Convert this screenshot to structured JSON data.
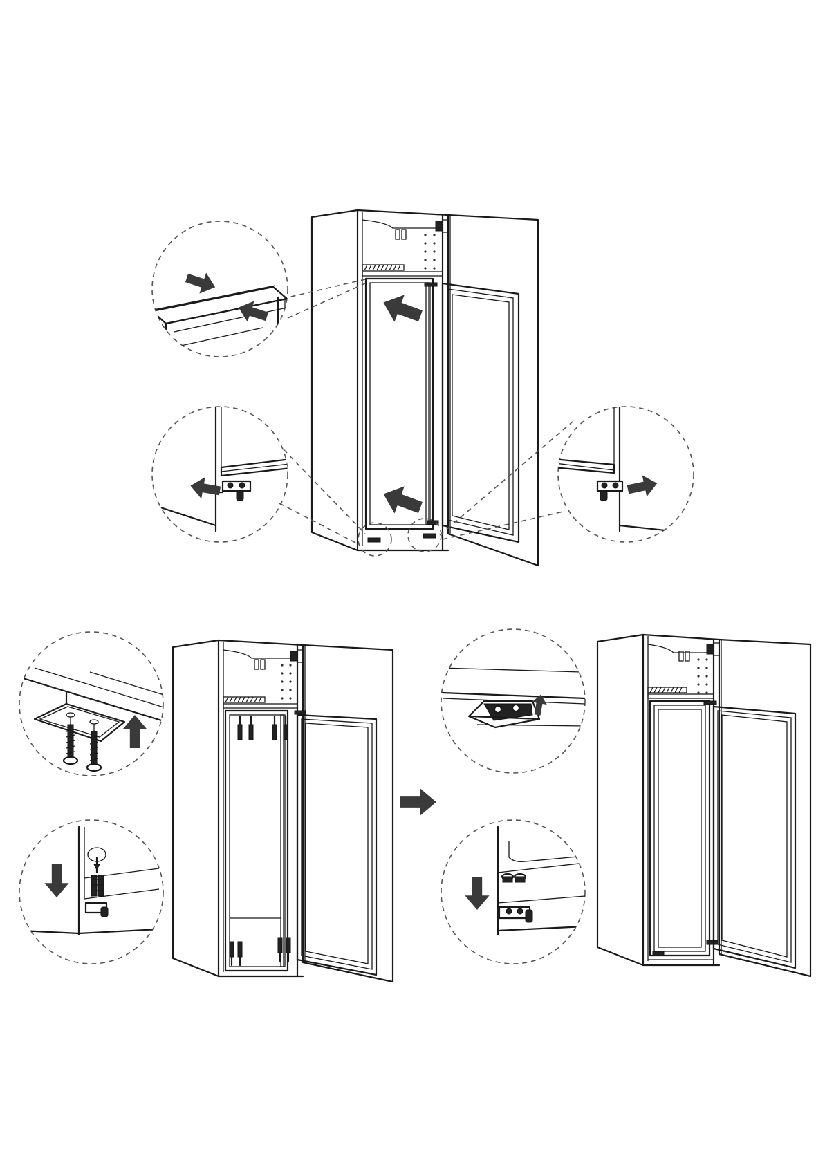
{
  "figure": {
    "steps": [
      "step-top",
      "step-bottom-left",
      "step-bottom-right"
    ],
    "colors": {
      "line": "#1a1a1a",
      "arrow": "#3a3a3a",
      "dashed_circle": "#555555",
      "background": "#ffffff"
    },
    "icons": [
      "arrow-right-icon",
      "arrow-up-icon",
      "arrow-down-icon",
      "screw-icon",
      "screwdriver-icon"
    ]
  }
}
